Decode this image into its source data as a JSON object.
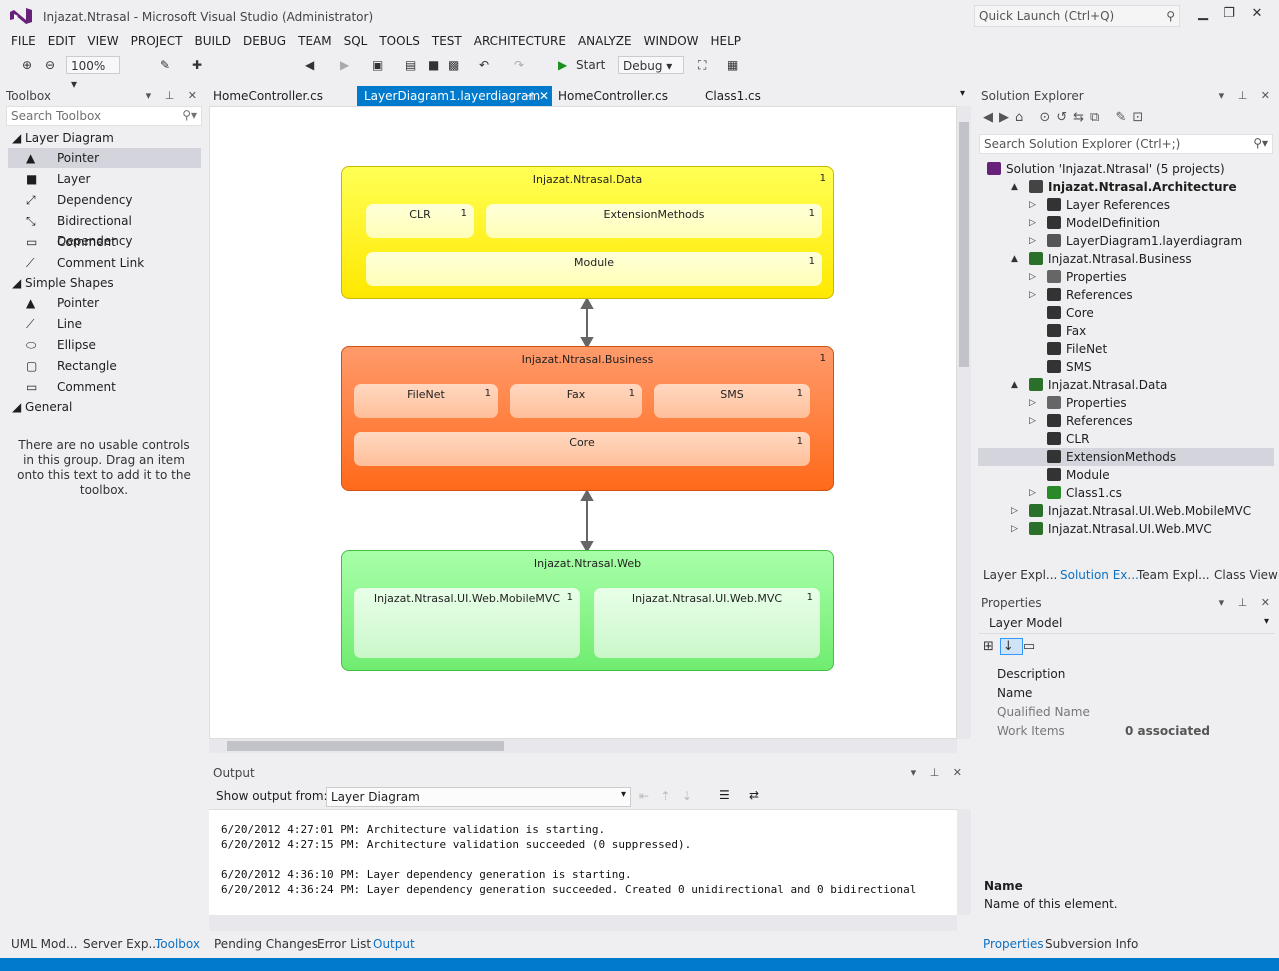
{
  "window": {
    "title": "Injazat.Ntrasal - Microsoft Visual Studio (Administrator)",
    "quick_launch_placeholder": "Quick Launch (Ctrl+Q)"
  },
  "menu": [
    "FILE",
    "EDIT",
    "VIEW",
    "PROJECT",
    "BUILD",
    "DEBUG",
    "TEAM",
    "SQL",
    "TOOLS",
    "TEST",
    "ARCHITECTURE",
    "ANALYZE",
    "WINDOW",
    "HELP"
  ],
  "toolbar": {
    "zoom": "100%",
    "start_label": "Start",
    "config": "Debug"
  },
  "toolbox": {
    "title": "Toolbox",
    "search_placeholder": "Search Toolbox",
    "group_layer": "Layer Diagram",
    "layer_items": [
      "Pointer",
      "Layer",
      "Dependency",
      "Bidirectional Dependency",
      "Comment",
      "Comment Link"
    ],
    "group_shapes": "Simple Shapes",
    "shape_items": [
      "Pointer",
      "Line",
      "Ellipse",
      "Rectangle",
      "Comment"
    ],
    "group_general": "General",
    "general_message": "There are no usable controls in this group. Drag an item onto this text to add it to the toolbox."
  },
  "tabs": [
    "HomeController.cs",
    "LayerDiagram1.layerdiagram",
    "HomeController.cs",
    "Class1.cs"
  ],
  "diagram": {
    "data": {
      "name": "Injazat.Ntrasal.Data",
      "count": "1",
      "subs": [
        {
          "name": "CLR",
          "count": "1"
        },
        {
          "name": "ExtensionMethods",
          "count": "1"
        },
        {
          "name": "Module",
          "count": "1"
        }
      ]
    },
    "business": {
      "name": "Injazat.Ntrasal.Business",
      "count": "1",
      "subs": [
        {
          "name": "FileNet",
          "count": "1"
        },
        {
          "name": "Fax",
          "count": "1"
        },
        {
          "name": "SMS",
          "count": "1"
        },
        {
          "name": "Core",
          "count": "1"
        }
      ]
    },
    "web": {
      "name": "Injazat.Ntrasal.Web",
      "count": "",
      "subs": [
        {
          "name": "Injazat.Ntrasal.UI.Web.MobileMVC",
          "count": "1"
        },
        {
          "name": "Injazat.Ntrasal.UI.Web.MVC",
          "count": "1"
        }
      ]
    }
  },
  "output": {
    "title": "Output",
    "show_label": "Show output from:",
    "source": "Layer Diagram",
    "lines": [
      "6/20/2012 4:27:01 PM: Architecture validation is starting.",
      "6/20/2012 4:27:15 PM: Architecture validation succeeded (0 suppressed).",
      "",
      "6/20/2012 4:36:10 PM: Layer dependency generation is starting.",
      "6/20/2012 4:36:24 PM: Layer dependency generation succeeded. Created 0 unidirectional and 0 bidirectional"
    ]
  },
  "solution_explorer": {
    "title": "Solution Explorer",
    "search_placeholder": "Search Solution Explorer (Ctrl+;)",
    "tree": [
      {
        "label": "Solution 'Injazat.Ntrasal' (5 projects)",
        "indent": 0,
        "exp": "",
        "icon": "solution-icon",
        "bold": false
      },
      {
        "label": "Injazat.Ntrasal.Architecture",
        "indent": 1,
        "exp": "▲",
        "icon": "modeling-project-icon",
        "bold": true
      },
      {
        "label": "Layer References",
        "indent": 2,
        "exp": "▷",
        "icon": "references-icon",
        "bold": false
      },
      {
        "label": "ModelDefinition",
        "indent": 2,
        "exp": "▷",
        "icon": "folder-icon",
        "bold": false
      },
      {
        "label": "LayerDiagram1.layerdiagram",
        "indent": 2,
        "exp": "▷",
        "icon": "layer-diagram-icon",
        "bold": false
      },
      {
        "label": "Injazat.Ntrasal.Business",
        "indent": 1,
        "exp": "▲",
        "icon": "csharp-project-icon",
        "bold": false
      },
      {
        "label": "Properties",
        "indent": 2,
        "exp": "▷",
        "icon": "wrench-icon",
        "bold": false
      },
      {
        "label": "References",
        "indent": 2,
        "exp": "▷",
        "icon": "references-icon",
        "bold": false
      },
      {
        "label": "Core",
        "indent": 2,
        "exp": "",
        "icon": "folder-icon",
        "bold": false
      },
      {
        "label": "Fax",
        "indent": 2,
        "exp": "",
        "icon": "folder-icon",
        "bold": false
      },
      {
        "label": "FileNet",
        "indent": 2,
        "exp": "",
        "icon": "folder-icon",
        "bold": false
      },
      {
        "label": "SMS",
        "indent": 2,
        "exp": "",
        "icon": "folder-icon",
        "bold": false
      },
      {
        "label": "Injazat.Ntrasal.Data",
        "indent": 1,
        "exp": "▲",
        "icon": "csharp-project-icon",
        "bold": false
      },
      {
        "label": "Properties",
        "indent": 2,
        "exp": "▷",
        "icon": "wrench-icon",
        "bold": false
      },
      {
        "label": "References",
        "indent": 2,
        "exp": "▷",
        "icon": "references-icon",
        "bold": false
      },
      {
        "label": "CLR",
        "indent": 2,
        "exp": "",
        "icon": "folder-icon",
        "bold": false
      },
      {
        "label": "ExtensionMethods",
        "indent": 2,
        "exp": "",
        "icon": "folder-icon",
        "bold": false,
        "selected": true
      },
      {
        "label": "Module",
        "indent": 2,
        "exp": "",
        "icon": "folder-icon",
        "bold": false
      },
      {
        "label": "Class1.cs",
        "indent": 2,
        "exp": "▷",
        "icon": "csharp-file-icon",
        "bold": false
      },
      {
        "label": "Injazat.Ntrasal.UI.Web.MobileMVC",
        "indent": 1,
        "exp": "▷",
        "icon": "csharp-project-icon",
        "bold": false
      },
      {
        "label": "Injazat.Ntrasal.UI.Web.MVC",
        "indent": 1,
        "exp": "▷",
        "icon": "csharp-project-icon",
        "bold": false
      }
    ],
    "bottom_tabs": [
      "Layer Expl...",
      "Solution Ex...",
      "Team Expl...",
      "Class View"
    ]
  },
  "properties": {
    "title": "Properties",
    "object": "Layer Model",
    "rows": [
      {
        "name": "Description",
        "value": ""
      },
      {
        "name": "Name",
        "value": ""
      },
      {
        "name": "Qualified Name",
        "value": ""
      },
      {
        "name": "Work Items",
        "value": "0 associated"
      }
    ],
    "desc_title": "Name",
    "desc_text": "Name of this element.",
    "bottom_tabs": [
      "Properties",
      "Subversion Info"
    ]
  },
  "left_bottom_tabs": [
    "UML Mod...",
    "Server Exp...",
    "Toolbox"
  ],
  "output_bottom_tabs": [
    "Pending Changes",
    "Error List",
    "Output"
  ],
  "colors": {
    "accent": "#007acc",
    "data_layer": "#ffee00",
    "business_layer": "#ff7a2a",
    "web_layer": "#80f080"
  }
}
